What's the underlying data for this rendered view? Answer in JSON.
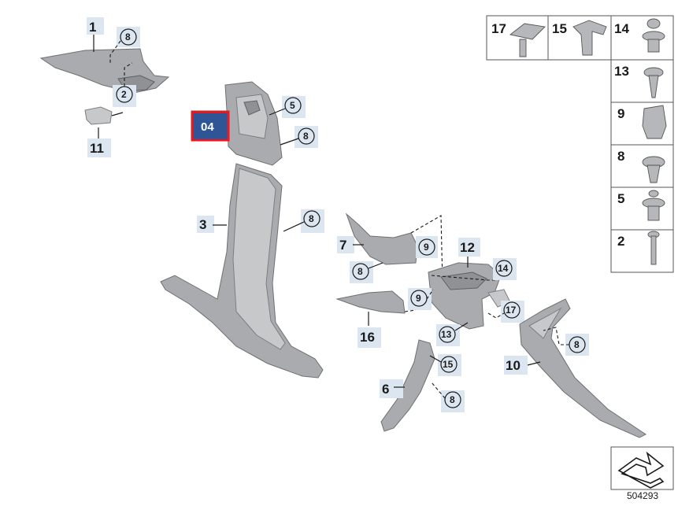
{
  "selected_label": "04",
  "parts": {
    "p1": "1",
    "p2": "2",
    "p3": "3",
    "p5": "5",
    "p6": "6",
    "p7": "7",
    "p8": "8",
    "p9": "9",
    "p10": "10",
    "p11": "11",
    "p12": "12",
    "p13": "13",
    "p14": "14",
    "p15": "15",
    "p16": "16",
    "p17": "17"
  },
  "legend": {
    "r1a": "17",
    "r1b": "15",
    "r1c": "14",
    "r2": "13",
    "r3": "9",
    "r4": "8",
    "r5": "5",
    "r6": "2"
  },
  "catalog_number": "504293",
  "colors": {
    "selected_fill": "#2f5597",
    "selected_border": "#e8181f",
    "tag_fill": "#dce6f1"
  }
}
